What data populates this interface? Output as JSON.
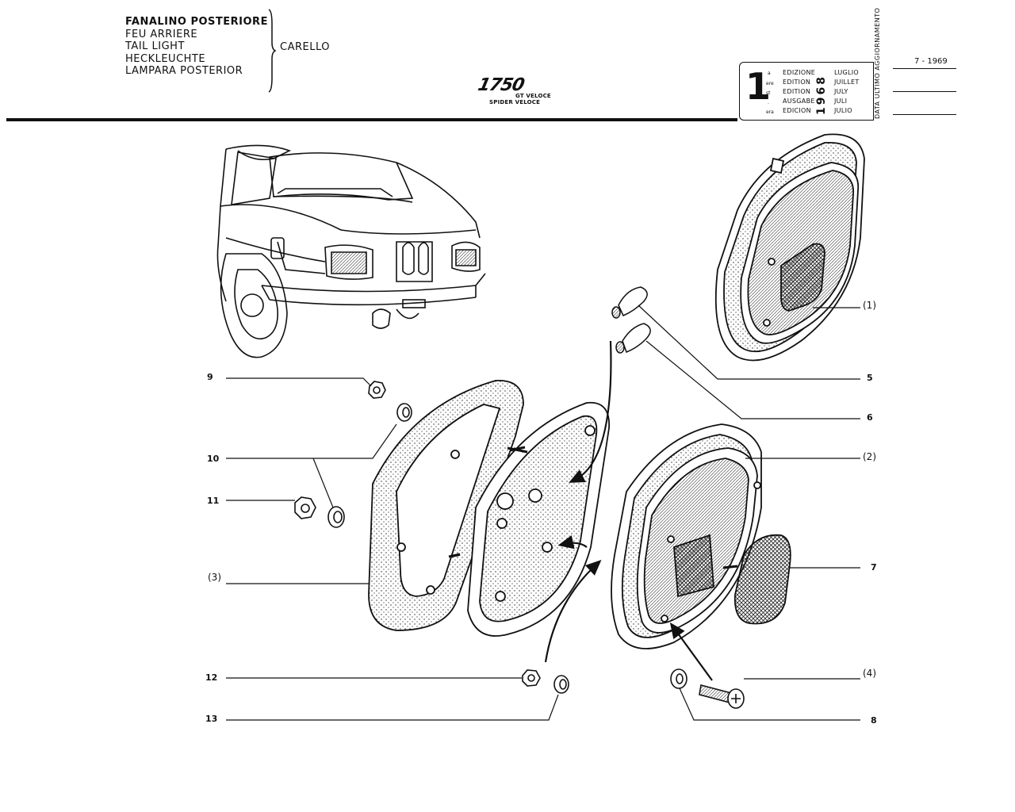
{
  "header": {
    "titles": [
      "FANALINO POSTERIORE",
      "FEU ARRIERE",
      "TAIL LIGHT",
      "HECKLEUCHTE",
      "LAMPARA POSTERIOR"
    ],
    "group": "CARELLO",
    "model": "1750",
    "variants": [
      "GT VELOCE",
      "SPIDER VELOCE"
    ]
  },
  "edition": {
    "number": "1",
    "ordinals": [
      "a",
      "ere",
      "st",
      ".",
      "era"
    ],
    "words": [
      "EDIZIONE",
      "EDITION",
      "EDITION",
      "AUSGABE",
      "EDICION"
    ],
    "year": "1968",
    "months": [
      "LUGLIO",
      "JUILLET",
      "JULY",
      "JULI",
      "JULIO"
    ],
    "last_update_label": "DATA ULTIMO AGGIORNAMENTO",
    "last_update_value": "7 - 1969"
  },
  "callouts": {
    "c1": "(1)",
    "c2": "(2)",
    "c3": "(3)",
    "c4": "(4)",
    "c5": "5",
    "c6": "6",
    "c7": "7",
    "c8": "8",
    "c9": "9",
    "c10": "10",
    "c11": "11",
    "c12": "12",
    "c13": "13"
  }
}
